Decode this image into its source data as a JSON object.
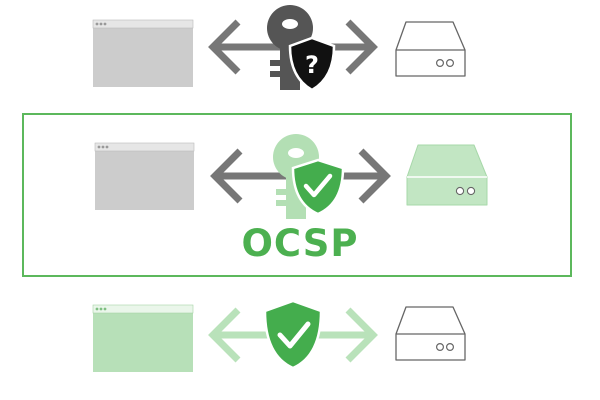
{
  "colors": {
    "browser_gray": "#cccccc",
    "browser_green": "#b7e0b8",
    "arrow_gray": "#777777",
    "arrow_light_green": "#b9e2ba",
    "key_dark": "#555555",
    "key_light_green": "#b3dfb4",
    "shield_black": "#111111",
    "shield_green": "#44ad4d",
    "server_fill_green": "#c2e6c3",
    "server_outline": "#666666",
    "frame_green": "#5cb85c",
    "label_green": "#4cb050"
  },
  "rows": [
    {
      "name": "unverified-row",
      "browser": "gray",
      "arrow": "gray",
      "key": "dark",
      "shield": {
        "style": "black",
        "symbol": "?"
      },
      "server": "outline"
    },
    {
      "name": "ocsp-row",
      "browser": "gray",
      "arrow": "gray",
      "key": "light-green",
      "shield": {
        "style": "green",
        "symbol": "check"
      },
      "server": "green"
    },
    {
      "name": "verified-row",
      "browser": "green",
      "arrow": "light-green",
      "key": "none",
      "shield": {
        "style": "green",
        "symbol": "check"
      },
      "server": "outline"
    }
  ],
  "ocsp_frame": {
    "label": "OCSP"
  },
  "icons": {
    "browser": "browser-window-icon",
    "arrow": "double-headed-arrow-icon",
    "key": "key-icon",
    "shield": "shield-icon",
    "server": "server-icon"
  }
}
